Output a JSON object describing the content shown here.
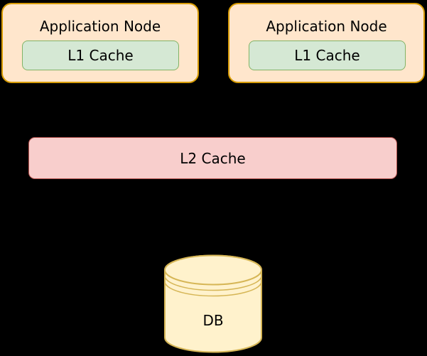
{
  "diagram": {
    "background_color": "#000000",
    "app_nodes": [
      {
        "title": "Application Node",
        "cache_label": "L1 Cache"
      },
      {
        "title": "Application Node",
        "cache_label": "L1 Cache"
      }
    ],
    "l2_cache": {
      "label": "L2 Cache"
    },
    "database": {
      "label": "DB"
    },
    "colors": {
      "background_color": "#000000",
      "app_node_fill": "#FFE6CC",
      "app_node_stroke": "#D79B00",
      "l1_cache_fill": "#D5E8D4",
      "l1_cache_stroke": "#82B366",
      "l2_cache_fill": "#F8CECC",
      "l2_cache_stroke": "#B85450",
      "db_fill": "#FFF2CC",
      "db_stroke": "#D6B656",
      "text": "#000000"
    }
  }
}
